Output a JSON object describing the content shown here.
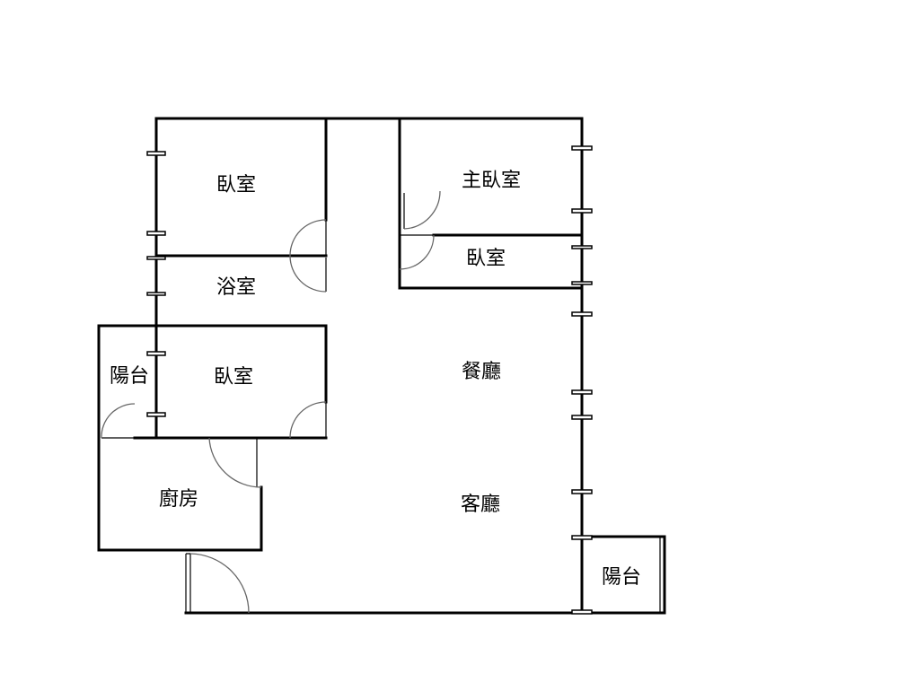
{
  "rooms": {
    "bedroom_top_left": "臥室",
    "bathroom": "浴室",
    "bedroom_mid_left": "臥室",
    "balcony_left": "陽台",
    "kitchen": "廚房",
    "master_bedroom": "主臥室",
    "bedroom_small": "臥室",
    "dining_room": "餐廳",
    "living_room": "客廳",
    "balcony_right": "陽台"
  }
}
